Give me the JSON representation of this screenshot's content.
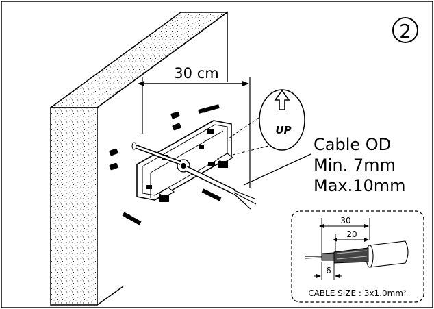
{
  "step_number": "2",
  "dimension_label": "30 cm",
  "up_label": "UP",
  "cable_spec": {
    "line1": "Cable OD",
    "line2": "Min. 7mm",
    "line3": "Max.10mm"
  },
  "inset": {
    "strip_outer": "30",
    "strip_middle": "20",
    "strip_inner": "6",
    "cable_size_label": "CABLE SIZE : 3x1.0mm²"
  }
}
